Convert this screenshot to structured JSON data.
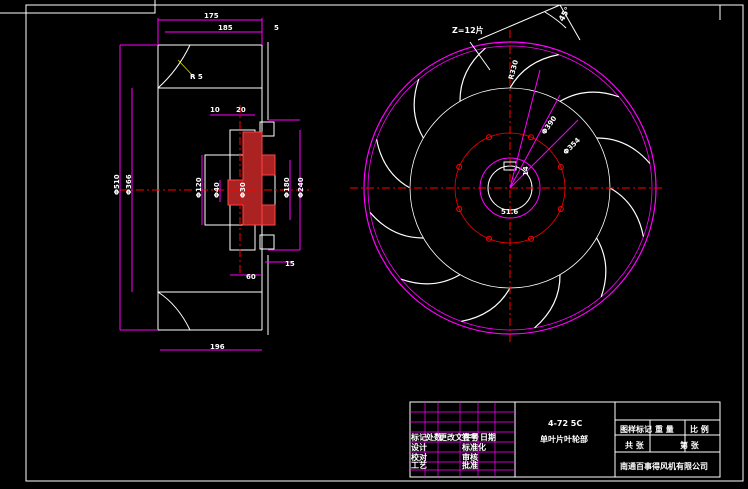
{
  "dimensions": {
    "d175": "175",
    "d185": "185",
    "d5": "5",
    "r5": "R 5",
    "d10": "10",
    "d20": "20",
    "phi510": "Φ510",
    "phi366": "Φ366",
    "phi120": "Φ120",
    "phi40": "Φ40",
    "phi30": "Φ30",
    "phi180": "Φ180",
    "phi240": "Φ240",
    "d60": "60",
    "d15": "15",
    "d196": "196",
    "blade_count": "Z=12片",
    "angle_45": "45°",
    "r330": "R330",
    "phi390": "Φ390",
    "phi354": "Φ354",
    "d14": "14",
    "d51_6": "51.6"
  },
  "title_block": {
    "drawing_no": "4-72 5C",
    "drawing_name": "单叶片叶轮部",
    "company": "南通百事得风机有限公司",
    "header_cells": [
      "图样标记",
      "重 量",
      "比 例"
    ],
    "label_design": "设计",
    "label_check": "校对",
    "label_process": "工艺",
    "label_std": "标准化",
    "label_review": "审核",
    "label_approve": "批准",
    "label_sheet": "共  张",
    "label_sheet2": "第  张",
    "rev_headers": [
      "标记",
      "处数",
      "更改文件号",
      "签字",
      "日期"
    ]
  },
  "colors": {
    "background": "#000000",
    "white": "#ffffff",
    "magenta": "#ff00ff",
    "red": "#ff0000",
    "yellow": "#ffff00",
    "cyan": "#00ffff",
    "hatch": "#ff4444"
  }
}
